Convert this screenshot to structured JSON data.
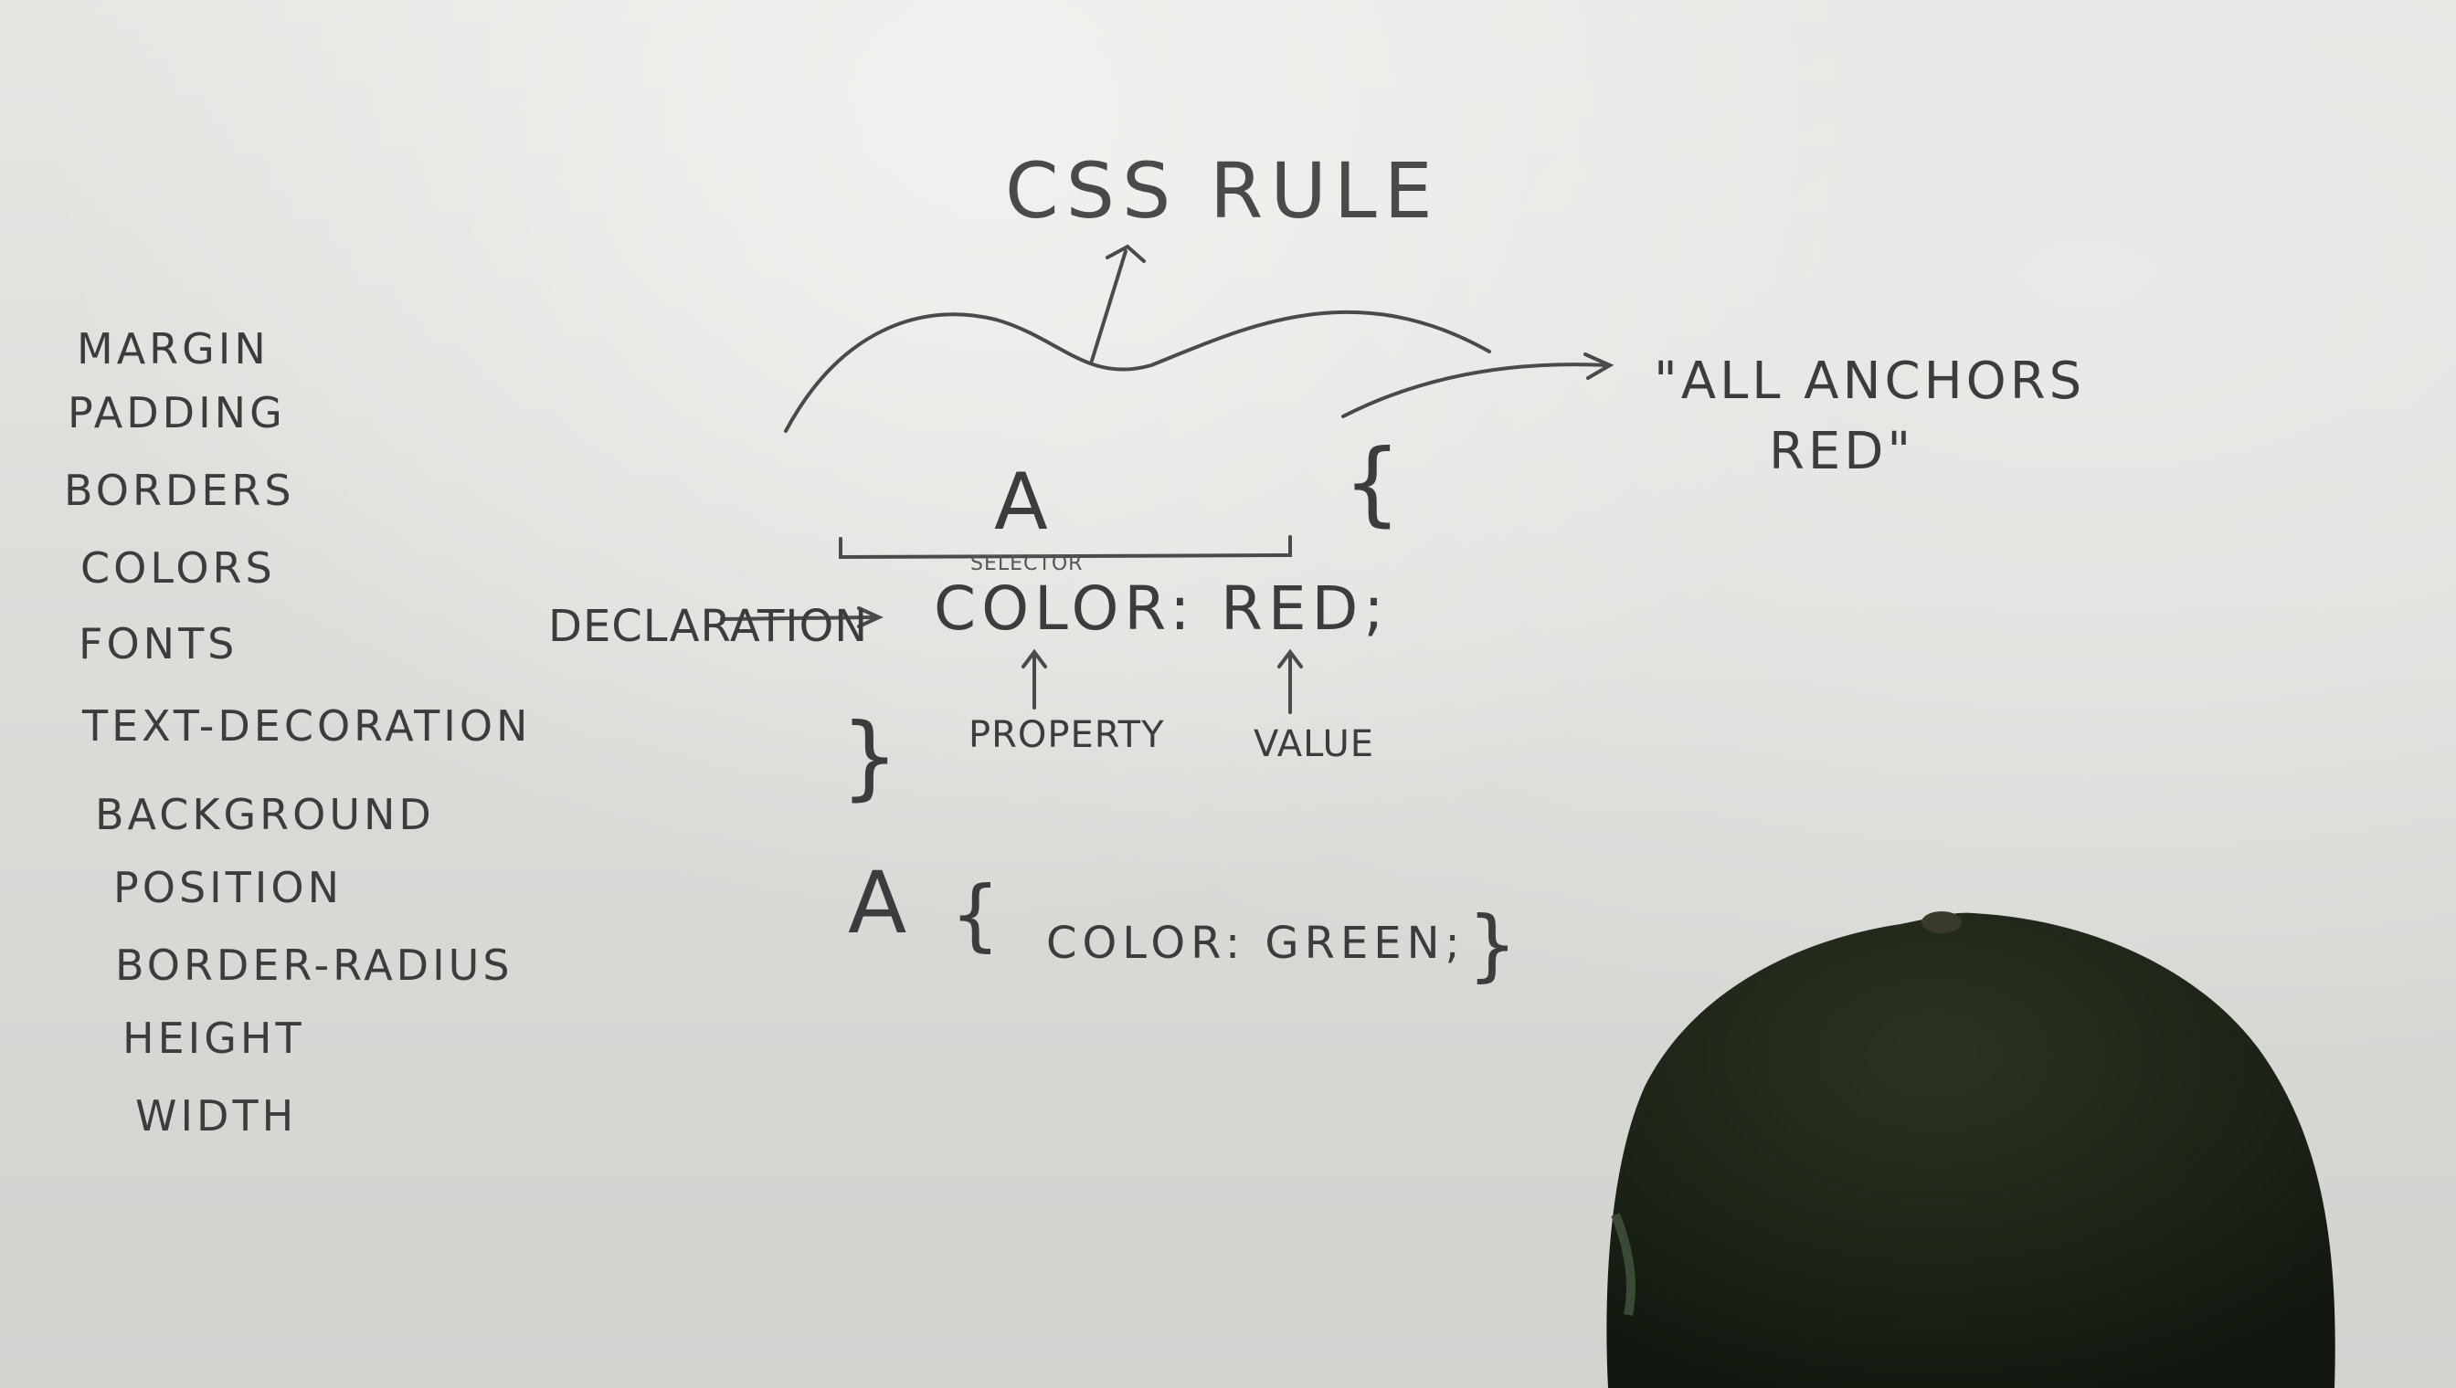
{
  "board": {
    "title": "CSS RULE",
    "selector": "A",
    "selector_label": "SELECTOR",
    "declaration_label": "DECLARATION",
    "declaration_property": "COLOR:",
    "declaration_value": "RED;",
    "property_label": "PROPERTY",
    "value_label": "VALUE",
    "open_brace": "{",
    "close_brace": "}",
    "meaning_line1": "\"ALL ANCHORS",
    "meaning_line2": "RED\"",
    "example_selector": "A",
    "example_open": "{",
    "example_body": "COLOR: GREEN;",
    "example_close": "}",
    "property_list": [
      "MARGIN",
      "PADDING",
      "BORDERS",
      "COLORS",
      "FONTS",
      "TEXT-DECORATION",
      "BACKGROUND",
      "POSITION",
      "BORDER-RADIUS",
      "HEIGHT",
      "WIDTH"
    ]
  },
  "colors": {
    "board": "#dcdcd9",
    "ink": "#3c3c3e",
    "hat": "#1c2417"
  }
}
